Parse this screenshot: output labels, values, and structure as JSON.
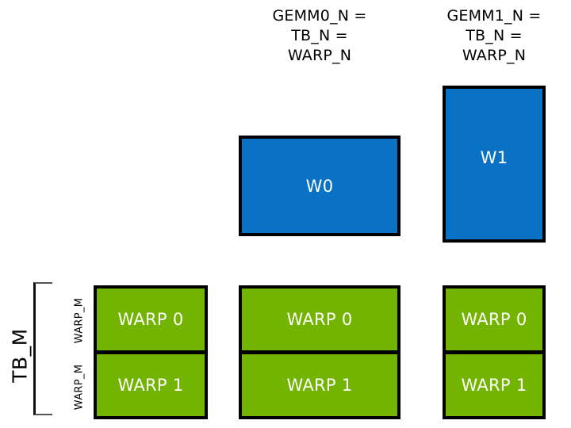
{
  "headers": [
    {
      "id": "gemm0",
      "text": "GEMM0_N =\nTB_N =\nWARP_N"
    },
    {
      "id": "gemm1",
      "text": "GEMM1_N =\nTB_N =\nWARP_N"
    }
  ],
  "blue_tiles": [
    {
      "id": "w0",
      "label": "W0",
      "color": "#0a72c4"
    },
    {
      "id": "w1",
      "label": "W1",
      "color": "#0a72c4"
    }
  ],
  "warp_columns": [
    {
      "id": "left",
      "cells": [
        {
          "label": "WARP 0"
        },
        {
          "label": "WARP 1"
        }
      ]
    },
    {
      "id": "middle",
      "cells": [
        {
          "label": "WARP 0"
        },
        {
          "label": "WARP 1"
        }
      ]
    },
    {
      "id": "right",
      "cells": [
        {
          "label": "WARP 0"
        },
        {
          "label": "WARP 1"
        }
      ]
    }
  ],
  "axis_labels": {
    "tb_m": "TB_M",
    "warp_m_top": "WARP_M",
    "warp_m_bottom": "WARP_M"
  },
  "colors": {
    "blue": "#0a72c4",
    "green": "#72b400",
    "border": "#000000",
    "text_on_fill": "#ffffff",
    "text": "#000000",
    "background": "#ffffff"
  }
}
